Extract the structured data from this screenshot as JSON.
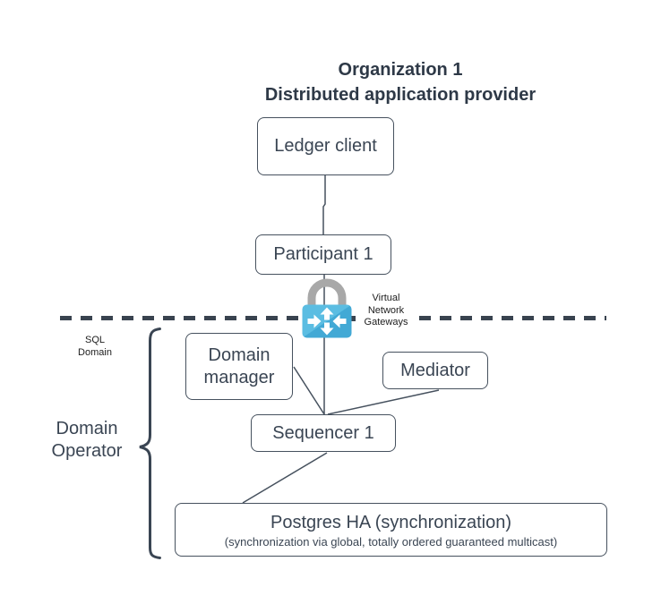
{
  "title": {
    "lines": [
      "Organization 1",
      "Distributed application provider"
    ]
  },
  "nodes": {
    "ledger_client": {
      "label": "Ledger client"
    },
    "participant": {
      "label": "Participant 1"
    },
    "domain_manager": {
      "label": "Domain manager"
    },
    "mediator": {
      "label": "Mediator"
    },
    "sequencer": {
      "label": "Sequencer 1"
    },
    "postgres": {
      "label": "Postgres HA (synchronization)",
      "sublabel": "(synchronization via global, totally ordered guaranteed multicast)"
    }
  },
  "labels": {
    "sql_domain": {
      "lines": [
        "SQL",
        "Domain"
      ]
    },
    "virtual_network_gateways": {
      "lines": [
        "Virtual",
        "Network",
        "Gateways"
      ]
    },
    "domain_operator": {
      "lines": [
        "Domain",
        "Operator"
      ]
    }
  },
  "icons": {
    "lock": "lock-icon",
    "virtual_network_gateway": "virtual-network-gateway-icon"
  },
  "colors": {
    "ink": "#3a4553",
    "stroke": "#46515e",
    "dash": "#39434f",
    "lock_gray": "#a8a8a8",
    "gateway_blue": "#4ab1d9",
    "background": "#ffffff"
  }
}
